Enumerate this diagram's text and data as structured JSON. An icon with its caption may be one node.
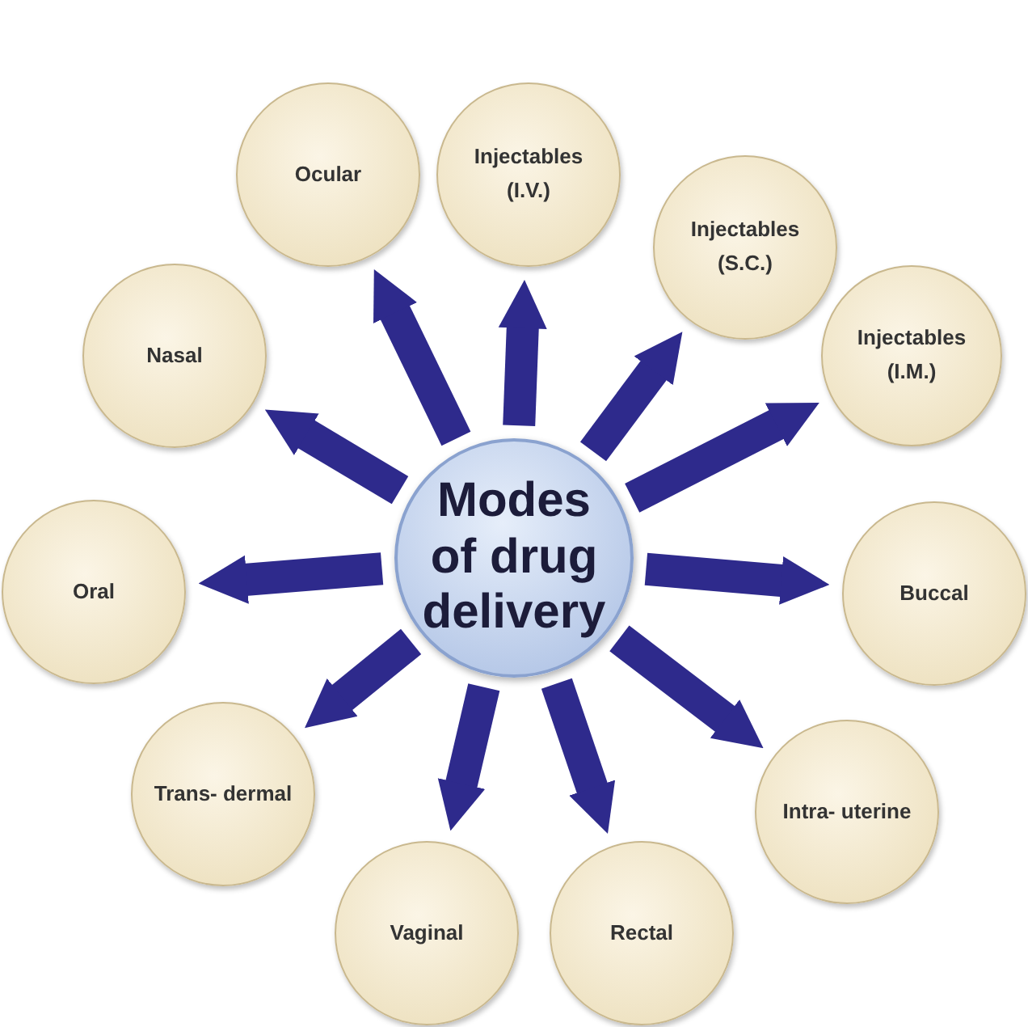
{
  "diagram": {
    "nodes": [
      {
        "text": [
          "Modes of drug delivery"
        ]
      },
      {
        "text": [
          "Injectables (I.V.)"
        ]
      },
      {
        "text": [
          "Injectables (S.C.)"
        ]
      },
      {
        "text": [
          "Injectables (I.M.)"
        ]
      },
      {
        "text": [
          "Buccal"
        ]
      },
      {
        "text": [
          "Intra- uterine"
        ]
      },
      {
        "text": [
          "Rectal"
        ]
      },
      {
        "text": [
          "Vaginal"
        ]
      },
      {
        "text": [
          "Trans- dermal"
        ]
      },
      {
        "text": [
          "Oral"
        ]
      },
      {
        "text": [
          "Nasal"
        ]
      },
      {
        "text": [
          "Ocular"
        ]
      }
    ],
    "edges": [
      {
        "from": 0,
        "to": 1,
        "arrow": "to"
      },
      {
        "from": 0,
        "to": 2,
        "arrow": "to"
      },
      {
        "from": 0,
        "to": 3,
        "arrow": "to"
      },
      {
        "from": 0,
        "to": 4,
        "arrow": "to"
      },
      {
        "from": 0,
        "to": 5,
        "arrow": "to"
      },
      {
        "from": 0,
        "to": 6,
        "arrow": "to"
      },
      {
        "from": 0,
        "to": 7,
        "arrow": "to"
      },
      {
        "from": 0,
        "to": 8,
        "arrow": "to"
      },
      {
        "from": 0,
        "to": 9,
        "arrow": "to"
      },
      {
        "from": 0,
        "to": 10,
        "arrow": "to"
      },
      {
        "from": 0,
        "to": 11,
        "arrow": "to"
      }
    ]
  }
}
